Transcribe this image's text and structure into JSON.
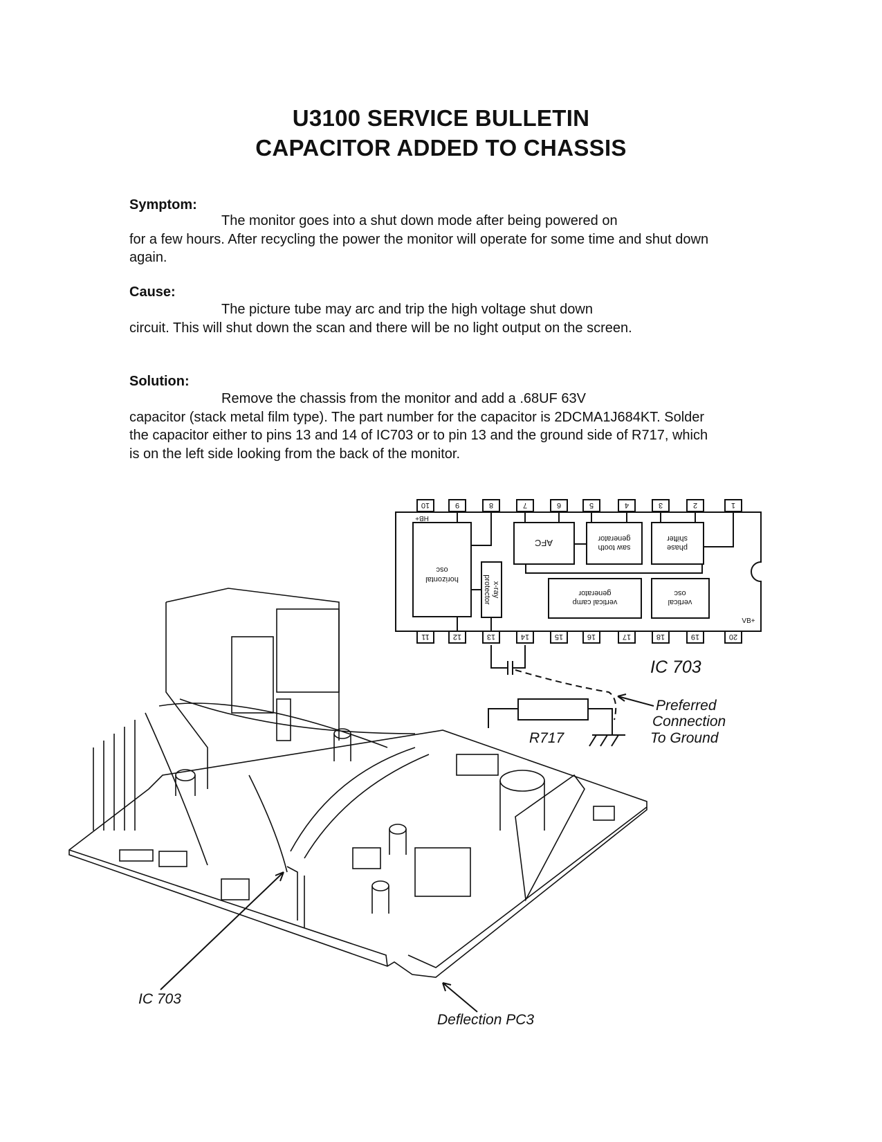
{
  "title": {
    "line1": "U3100 SERVICE BULLETIN",
    "line2": "CAPACITOR ADDED TO CHASSIS"
  },
  "sections": [
    {
      "heading": "Symptom:",
      "first_line": "The monitor goes into a shut down mode after being powered on",
      "rest": "for a few hours. After recycling the power the monitor will operate for some time and shut down again."
    },
    {
      "heading": "Cause:",
      "first_line": "The picture tube may arc and trip the high voltage shut down",
      "rest": "circuit. This will shut down the scan and there will be no light output on the screen."
    },
    {
      "heading": "Solution:",
      "first_line": "Remove the chassis from the monitor and add a .68UF 63V",
      "rest": "capacitor (stack metal film type). The part number for the capacitor is 2DCMA1J684KT. Solder the capacitor either to pins 13 and 14 of  IC703 or to pin 13 and the ground side of R717, which is on the left side looking from the back of the monitor."
    }
  ],
  "ic_diagram": {
    "top_pins": [
      "10",
      "9",
      "8",
      "7",
      "6",
      "5",
      "4",
      "3",
      "2",
      "1"
    ],
    "bottom_pins": [
      "11",
      "12",
      "13",
      "14",
      "15",
      "16",
      "17",
      "18",
      "19",
      "20"
    ],
    "blocks": {
      "horizontal_osc": [
        "horizontal",
        "osc"
      ],
      "xray": [
        "x-ray",
        "protector"
      ],
      "afc": [
        "AFC"
      ],
      "saw_tooth": [
        "saw tooth",
        "generator"
      ],
      "phase_shifter": [
        "phase",
        "shifter"
      ],
      "vertical_camp": [
        "vertical camp",
        "generator"
      ],
      "vertical_osc": [
        "vertical",
        "osc"
      ]
    },
    "hb_label": "HB+",
    "vb_label": "VB+"
  },
  "labels": {
    "ic703_diagram": "IC 703",
    "preferred": [
      "Preferred",
      "Connection",
      "To Ground"
    ],
    "r717": "R717",
    "ic703_board": "IC 703",
    "deflection": "Deflection PC3"
  }
}
